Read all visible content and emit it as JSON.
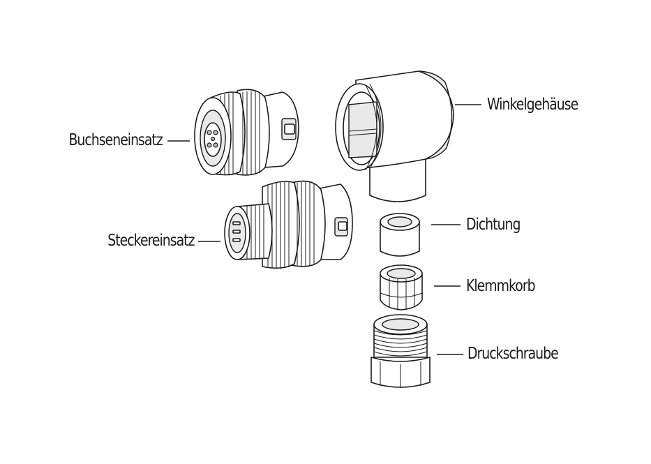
{
  "labels": {
    "winkelgehaeuse": "Winkelgehäuse",
    "buchseneinsatz": "Buchseneinsatz",
    "steckereinsatz": "Steckereinsatz",
    "dichtung": "Dichtung",
    "klemmkorb": "Klemmkorb",
    "druckschraube": "Druckschraube"
  }
}
